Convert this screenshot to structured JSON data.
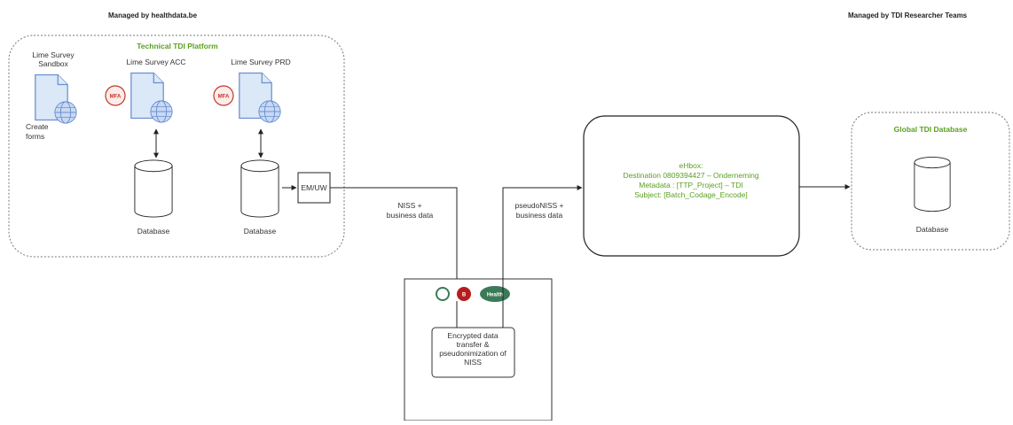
{
  "header": {
    "left": "Managed by healthdata.be",
    "right": "Managed by TDI Researcher Teams"
  },
  "platform": {
    "title": "Technical TDI Platform",
    "sandbox_line1": "Lime Survey",
    "sandbox_line2": "Sandbox",
    "create_line1": "Create",
    "create_line2": "forms",
    "acc": "Lime Survey ACC",
    "prd": "Lime Survey PRD",
    "mfa": "MFA",
    "db_acc": "Database",
    "db_prd": "Database",
    "emuw": "EM/UW"
  },
  "flows": {
    "niss_line1": "NISS  +",
    "niss_line2": "business data",
    "pseudo_line1": "pseudoNISS  +",
    "pseudo_line2": "business data"
  },
  "ehbox": {
    "line1": "eHbox:",
    "line2": "Destination 0809394427 – Onderneming",
    "line3": "Metadata : [TTP_Project] – TDI",
    "line4": "Subject: [Batch_Codage_Encode]"
  },
  "global": {
    "title": "Global TDI Database",
    "db": "Database"
  },
  "ttp": {
    "process_line1": "Encrypted data",
    "process_line2": "transfer &",
    "process_line3": "pseudonimization of",
    "process_line4": "NISS",
    "badge_b": "B",
    "badge_ehealth": "Health"
  },
  "colors": {
    "green_text": "#5aa01f",
    "doc_blue": "#6b8fd1",
    "mfa_red": "#c0392b",
    "badge_red": "#b71c1c",
    "badge_green": "#3b7a57"
  }
}
